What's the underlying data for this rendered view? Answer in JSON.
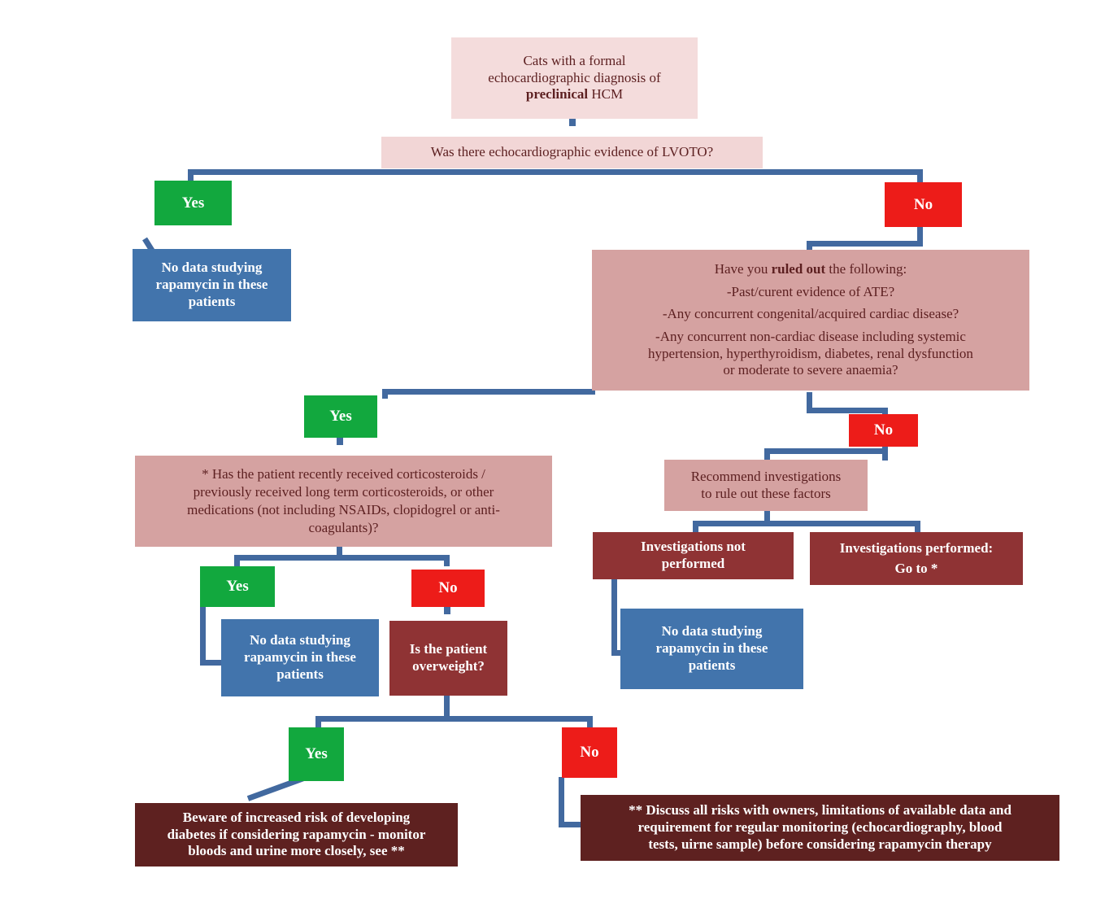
{
  "chart_title": "Rapamycin decision pathway for cats with preclinical HCM",
  "palette": {
    "pink_light": "#f4dcdc",
    "pink_dark": "#d5a2a1",
    "green": "#12a83e",
    "red": "#ed1c19",
    "blue": "#4274ac",
    "maroon": "#8f3334",
    "maroon_dark": "#5e2120",
    "connector": "#42699f",
    "text_dark": "#5c1f20",
    "text_light": "#ffffff"
  },
  "nodes": {
    "start": {
      "line1": "Cats with a formal",
      "line2": "echocardiographic diagnosis of",
      "line3_bold": "preclinical",
      "line3_rest": " HCM"
    },
    "lvoto_question": {
      "text": "Was there echocardiographic evidence of LVOTO?"
    },
    "lvoto_yes": {
      "label": "Yes"
    },
    "lvoto_no": {
      "label": "No"
    },
    "lvoto_yes_outcome": {
      "line1": "No data studying",
      "line2": "rapamycin in these",
      "line3": "patients"
    },
    "ruled_out": {
      "p1_pre": "Have you ",
      "p1_bold": "ruled out",
      "p1_post": " the following:",
      "p2": "-Past/curent evidence of ATE?",
      "p3": "-Any concurrent congenital/acquired cardiac disease?",
      "p4_line1": "-Any concurrent non-cardiac disease including systemic",
      "p4_line2": "hypertension, hyperthyroidism, diabetes, renal dysfunction",
      "p4_line3": "or moderate to severe anaemia?"
    },
    "ruled_out_yes": {
      "label": "Yes"
    },
    "ruled_out_no": {
      "label": "No"
    },
    "recommend_investigations": {
      "line1": "Recommend investigations",
      "line2": "to rule out these factors"
    },
    "investigations_not_performed": {
      "line1": "Investigations not",
      "line2": "performed"
    },
    "investigations_performed": {
      "line1": "Investigations performed:",
      "line2": "Go to *"
    },
    "investigations_not_performed_outcome": {
      "line1": "No data studying",
      "line2": "rapamycin in these",
      "line3": "patients"
    },
    "corticosteroids_question": {
      "line1": "* Has the patient recently received corticosteroids /",
      "line2": "previously received long term corticosteroids, or other",
      "line3": "medications (not including NSAIDs, clopidogrel or anti-",
      "line4": "coagulants)?"
    },
    "corticosteroids_yes": {
      "label": "Yes"
    },
    "corticosteroids_no": {
      "label": "No"
    },
    "corticosteroids_yes_outcome": {
      "line1": "No data studying",
      "line2": "rapamycin in these",
      "line3": "patients"
    },
    "overweight_question": {
      "line1": "Is the patient",
      "line2": "overweight?"
    },
    "overweight_yes": {
      "label": "Yes"
    },
    "overweight_no": {
      "label": "No"
    },
    "overweight_yes_outcome": {
      "line1": "Beware of increased risk of developing",
      "line2": "diabetes if considering rapamycin - monitor",
      "line3": "bloods and urine more closely, see **"
    },
    "overweight_no_outcome": {
      "line1": "** Discuss all risks with owners, limitations of available data and",
      "line2": "requirement for regular monitoring (echocardiography, blood",
      "line3": "tests, uirne sample) before considering rapamycin therapy"
    }
  }
}
